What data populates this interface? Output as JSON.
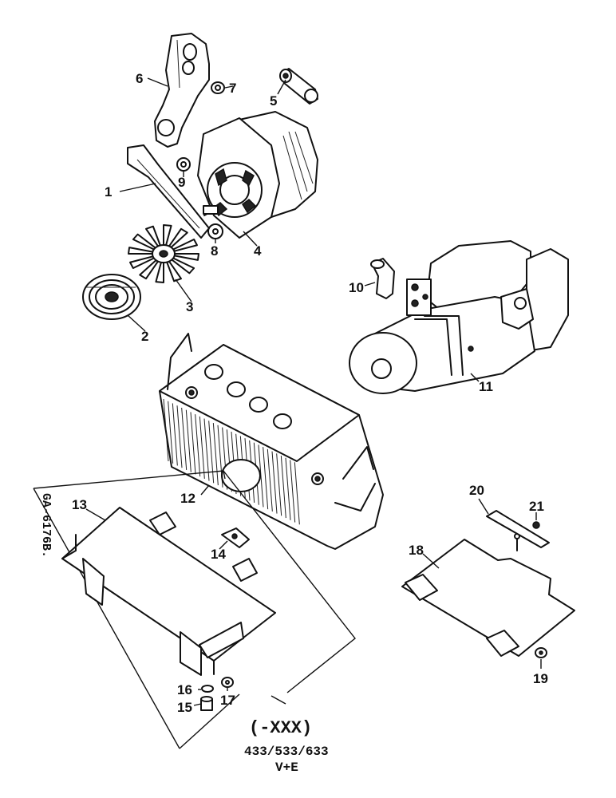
{
  "figure": {
    "reference_code": "GA-6176B.",
    "variant_label": "(-XXX)",
    "models": "433/533/633",
    "config": "V+E"
  },
  "callouts": [
    {
      "id": "1",
      "part": "belt-tension-strap"
    },
    {
      "id": "2",
      "part": "pulley"
    },
    {
      "id": "3",
      "part": "fan"
    },
    {
      "id": "4",
      "part": "alternator"
    },
    {
      "id": "5",
      "part": "link"
    },
    {
      "id": "6",
      "part": "mounting-bracket"
    },
    {
      "id": "7",
      "part": "washer"
    },
    {
      "id": "8",
      "part": "washer"
    },
    {
      "id": "9",
      "part": "washer"
    },
    {
      "id": "10",
      "part": "terminal-boot"
    },
    {
      "id": "11",
      "part": "starter-motor"
    },
    {
      "id": "12",
      "part": "battery"
    },
    {
      "id": "13",
      "part": "battery-tray"
    },
    {
      "id": "14",
      "part": "clip"
    },
    {
      "id": "15",
      "part": "spacer"
    },
    {
      "id": "16",
      "part": "washer"
    },
    {
      "id": "17",
      "part": "nut"
    },
    {
      "id": "18",
      "part": "cover-plate"
    },
    {
      "id": "19",
      "part": "washer"
    },
    {
      "id": "20",
      "part": "strip"
    },
    {
      "id": "21",
      "part": "rivet"
    }
  ]
}
